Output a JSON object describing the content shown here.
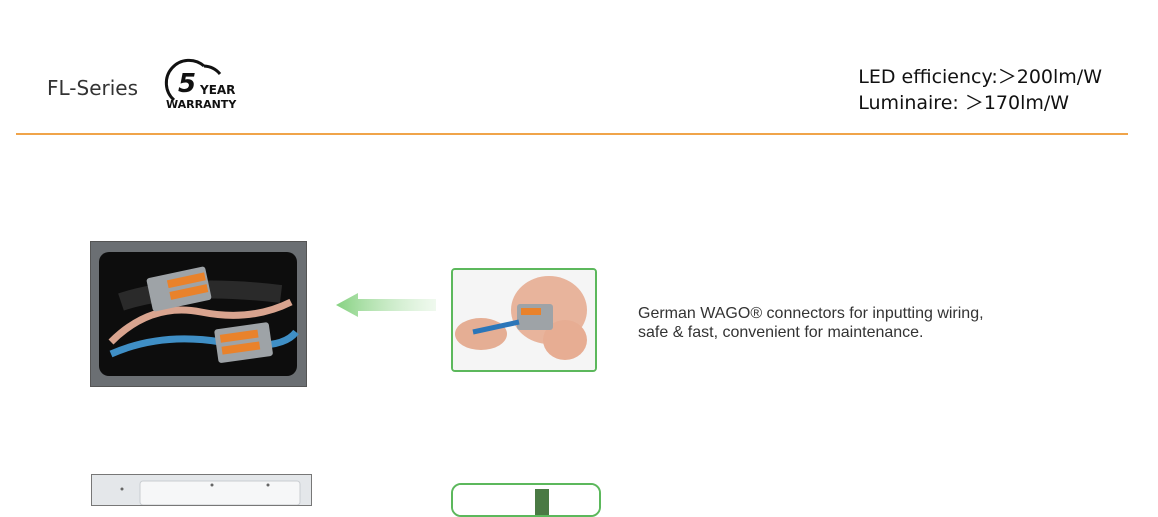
{
  "header": {
    "series": "FL-Series",
    "warranty_logo": {
      "number": "5",
      "word1": "YEAR",
      "word2": "WARRANTY"
    },
    "spec_line1": "LED efficiency:＞200lm/W",
    "spec_line2": "Luminaire: ＞170lm/W"
  },
  "colors": {
    "rule": "#f0a44a",
    "frame": "#5cb85c",
    "arrow": "#8fd08a"
  },
  "feature": {
    "description_line1": "German WAGO® connectors for inputting wiring,",
    "description_line2": "safe & fast, convenient for maintenance.",
    "arrow_icon": "arrow-left-icon"
  }
}
